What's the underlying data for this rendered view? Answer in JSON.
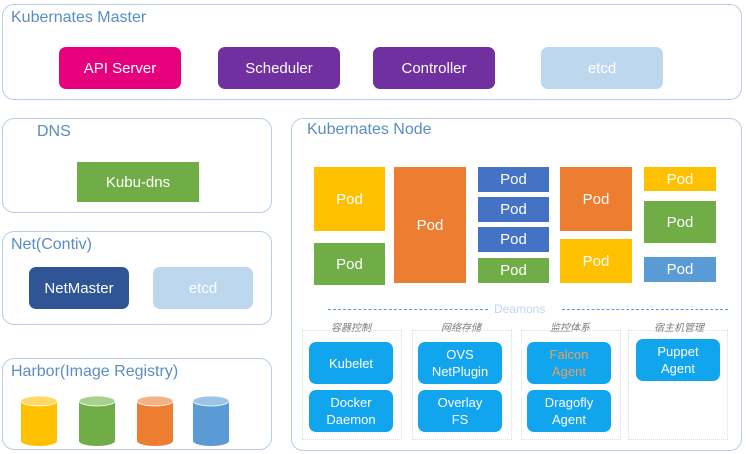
{
  "master": {
    "title": "Kubernates Master",
    "components": [
      {
        "label": "API Server",
        "color": "#e6007e"
      },
      {
        "label": "Scheduler",
        "color": "#7030a0"
      },
      {
        "label": "Controller",
        "color": "#7030a0"
      },
      {
        "label": "etcd",
        "color": "#bdd7ee"
      }
    ]
  },
  "dns": {
    "title": "DNS",
    "component": "Kubu-dns",
    "color": "#70ad47"
  },
  "net": {
    "title": "Net(Contiv)",
    "components": [
      {
        "label": "NetMaster",
        "color": "#2f5597"
      },
      {
        "label": "etcd",
        "color": "#bdd7ee"
      }
    ]
  },
  "harbor": {
    "title": "Harbor(Image Registry)",
    "cylinders": [
      {
        "icon": "database-icon",
        "color": "#ffc000"
      },
      {
        "icon": "database-icon",
        "color": "#70ad47"
      },
      {
        "icon": "database-icon",
        "color": "#ed7d31"
      },
      {
        "icon": "database-icon",
        "color": "#5b9bd5"
      }
    ]
  },
  "node": {
    "title": "Kubernates Node",
    "pod_label": "Pod",
    "pods": [
      {
        "label": "Pod",
        "color": "#ffc000"
      },
      {
        "label": "Pod",
        "color": "#70ad47"
      },
      {
        "label": "Pod",
        "color": "#ed7d31"
      },
      {
        "label": "Pod",
        "color": "#4472c4"
      },
      {
        "label": "Pod",
        "color": "#4472c4"
      },
      {
        "label": "Pod",
        "color": "#4472c4"
      },
      {
        "label": "Pod",
        "color": "#70ad47"
      },
      {
        "label": "Pod",
        "color": "#ed7d31"
      },
      {
        "label": "Pod",
        "color": "#ffc000"
      },
      {
        "label": "Pod",
        "color": "#ffc000"
      },
      {
        "label": "Pod",
        "color": "#70ad47"
      },
      {
        "label": "Pod",
        "color": "#5b9bd5"
      }
    ],
    "deamons_label": "Deamons",
    "categories": [
      "容器控制",
      "网络存储",
      "监控体系",
      "宿主机管理"
    ],
    "services": [
      {
        "line1": "Kubelet",
        "line2": ""
      },
      {
        "line1": "Docker",
        "line2": "Daemon"
      },
      {
        "line1": "OVS",
        "line2": "NetPlugin"
      },
      {
        "line1": "Overlay",
        "line2": "FS"
      },
      {
        "line1": "Falcon",
        "line2": "Agent"
      },
      {
        "line1": "Dragofly",
        "line2": "Agent"
      },
      {
        "line1": "Puppet",
        "line2": "Agent"
      }
    ],
    "service_color": "#11a5ee",
    "falcon_text_color": "#e8a060"
  }
}
